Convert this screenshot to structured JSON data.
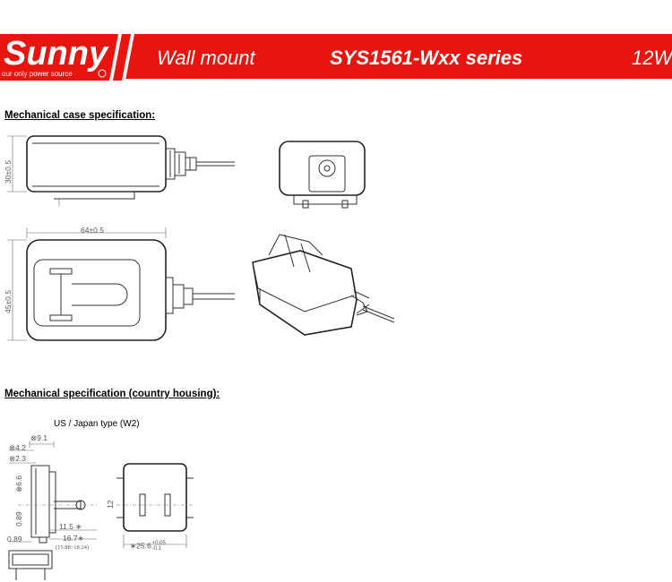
{
  "header": {
    "logo_text": "Sunny",
    "logo_tagline": "our only power source",
    "product_type": "Wall mount",
    "series": "SYS1561-Wxx series",
    "wattage": "12W",
    "banner_color": "#e8140e"
  },
  "sections": {
    "case_spec_title": "Mechanical case specification:",
    "country_spec_title": "Mechanical specification (country housing):",
    "us_japan_label": "US / Japan type (W2)"
  },
  "dimensions": {
    "height": "30±0.5",
    "width": "64±0.5",
    "depth": "45±0.5",
    "d_9_1": "⊗9.1",
    "d_4_2": "⊗4.2",
    "d_2_3": "⊗2.3",
    "d_6_6": "⊗6.6",
    "d_0_89a": "0.89",
    "d_0_89b": "0.89",
    "d_11_5": "11.5 ∗",
    "d_16_7": "16.7∗",
    "d_16_7_range": "(15.88~18.24)",
    "d_12": "12",
    "d_25_6": "∗25.6",
    "d_25_6_tol_upper": "+0.05",
    "d_25_6_tol_lower": "-0.1"
  }
}
